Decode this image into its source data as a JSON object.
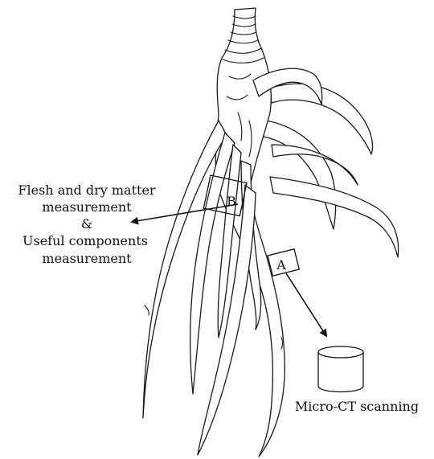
{
  "labels": {
    "box_a": "A",
    "box_b": "B",
    "flesh_line1": "Flesh and dry matter",
    "flesh_line2": "measurement",
    "ampersand": "&",
    "useful_line1": "Useful components",
    "useful_line2": "measurement",
    "micro_ct": "Micro-CT scanning"
  },
  "colors": {
    "stroke": "#1a1a1a",
    "background": "#ffffff"
  }
}
